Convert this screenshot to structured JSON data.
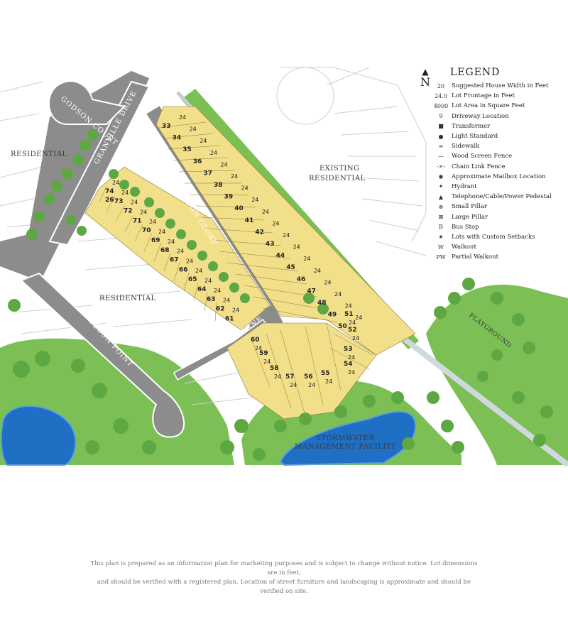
{
  "labels": {
    "residential_nw": "RESIDENTIAL",
    "residential_center": "RESIDENTIAL",
    "existing_residential_1": "EXISTING",
    "existing_residential_2": "RESIDENTIAL",
    "stormwater_1": "STORMWATER",
    "stormwater_2": "MANAGEMENT FACILITY",
    "playground": "PLAYGROUND"
  },
  "streets": {
    "court": "GODSON COURT",
    "drive": "GRANVILLE DRIVE",
    "close": "GODSON CLOSE",
    "point": "GODSON POINT",
    "lane": "LANE"
  },
  "legend": {
    "north": "N",
    "title": "LEGEND",
    "items": [
      {
        "symbol": "20",
        "label": "Suggested House Width in Feet"
      },
      {
        "symbol": "24.0",
        "label": "Lot Frontage in Feet"
      },
      {
        "symbol": "4000",
        "label": "Lot Area in Square Feet"
      },
      {
        "symbol": "9",
        "label": "Driveway Location"
      },
      {
        "symbol": "■",
        "label": "Transformer"
      },
      {
        "symbol": "●",
        "label": "Light Standard"
      },
      {
        "symbol": "═",
        "label": "Sidewalk"
      },
      {
        "symbol": "—",
        "label": "Wood Screen Fence"
      },
      {
        "symbol": "-×-",
        "label": "Chain Link Fence"
      },
      {
        "symbol": "◉",
        "label": "Approximate Mailbox Location"
      },
      {
        "symbol": "✦",
        "label": "Hydrant"
      },
      {
        "symbol": "▲",
        "label": "Telephone/Cable/Power Pedestal"
      },
      {
        "symbol": "⊗",
        "label": "Small Pillar"
      },
      {
        "symbol": "⊠",
        "label": "Large Pillar"
      },
      {
        "symbol": "B",
        "label": "Bus Stop"
      },
      {
        "symbol": "★",
        "label": "Lots with Custom Setbacks"
      },
      {
        "symbol": "W",
        "label": "Walkout"
      },
      {
        "symbol": "PW",
        "label": "Partial Walkout"
      }
    ]
  },
  "lots_east": [
    "33",
    "34",
    "35",
    "36",
    "37",
    "38",
    "39",
    "40",
    "41",
    "42",
    "43",
    "44",
    "45",
    "46",
    "47",
    "48",
    "49",
    "50"
  ],
  "lots_west_outer": [
    "74",
    "73",
    "72",
    "71",
    "70",
    "69",
    "68",
    "67",
    "66",
    "65",
    "64",
    "63",
    "62",
    "61"
  ],
  "lots_south": [
    "51",
    "52",
    "53",
    "54",
    "55",
    "56",
    "57",
    "58",
    "59",
    "60"
  ],
  "lot_26": "26",
  "house_width": "24",
  "walkout": "W",
  "partial_walkout": "PW",
  "disclaimer": [
    "This plan is prepared as an information plan for marketing purposes and is subject to change without notice. Lot dimensions are in feet,",
    "and should be verified with a registered plan. Location of street furniture and landscaping is approximate and should be verified on site."
  ]
}
